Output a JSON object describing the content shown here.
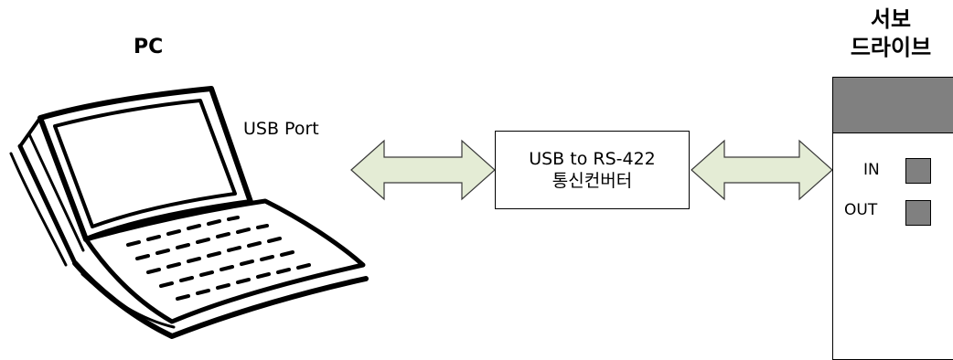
{
  "pc": {
    "title": "PC"
  },
  "usb_port_label": "USB Port",
  "converter": {
    "line1": "USB to RS-422",
    "line2": "통신컨버터"
  },
  "servo_drive": {
    "title_line1": "서보",
    "title_line2": "드라이브",
    "ports": {
      "in_label": "IN",
      "out_label": "OUT"
    }
  },
  "colors": {
    "arrow_fill": "#e4ecd5",
    "arrow_stroke": "#3a3a3a",
    "drive_header": "#808080",
    "port_fill": "#808080"
  },
  "icons": {
    "computer": "laptop-icon"
  }
}
